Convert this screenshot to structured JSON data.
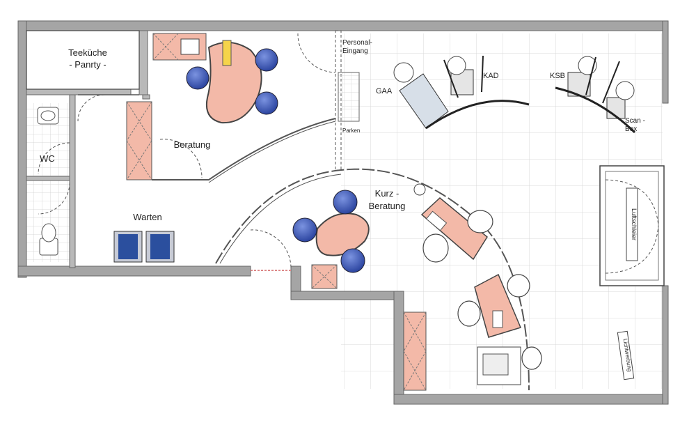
{
  "rooms": {
    "teekueche": "Teeküche",
    "pantry": "- Panrty -",
    "wc": "WC",
    "beratung": "Beratung",
    "warten": "Warten",
    "kurz": "Kurz -",
    "kurz_beratung": "Beratung",
    "personal": "Personal-",
    "eingang": "Eingang",
    "parken": "Parken",
    "gaa": "GAA",
    "kad": "KAD",
    "ksb": "KSB",
    "scan": "Scan -",
    "box": "Box",
    "luftschleier": "Luftschleier",
    "lichtwerbung": "Lichtwerbung"
  },
  "colors": {
    "wall": "#9a9a9a",
    "desk": "#f3b9a8",
    "chair": "#3d5ab0",
    "grid": "#d9d9d9",
    "armchair": "#2b4f9e"
  }
}
